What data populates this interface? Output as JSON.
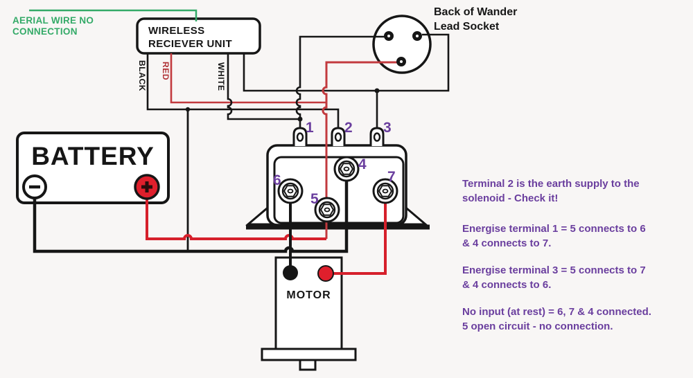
{
  "title": "Winch solenoid wiring diagram",
  "colors": {
    "line_black": "#161616",
    "wire_red": "#c23a3e",
    "bright_red": "#d6202b",
    "terminal_red": "#df1f2c",
    "wire_green": "#34aa68",
    "note_purple": "#6a3e9e"
  },
  "aerial": {
    "line1": "AERIAL WIRE NO",
    "line2": "CONNECTION"
  },
  "receiver": {
    "line1": "WIRELESS",
    "line2": "RECIEVER UNIT",
    "wire_labels": {
      "black": "BLACK",
      "red": "RED",
      "white": "WHITE"
    }
  },
  "socket": {
    "line1": "Back of Wander",
    "line2": "Lead Socket"
  },
  "battery": {
    "label": "BATTERY",
    "minus_symbol": "−",
    "plus_symbol": "+"
  },
  "motor": {
    "label": "MOTOR"
  },
  "solenoid": {
    "terminals": [
      "1",
      "2",
      "3",
      "4",
      "5",
      "6",
      "7"
    ]
  },
  "notes": [
    {
      "line1": "Terminal 2 is the earth supply to the",
      "line2": "solenoid - Check it!"
    },
    {
      "line1": "Energise terminal 1 = 5 connects to 6",
      "line2": "& 4 connects to 7."
    },
    {
      "line1": "Energise terminal 3 = 5 connects to 7",
      "line2": "& 4 connects to 6."
    },
    {
      "line1": "No input (at rest) = 6, 7 & 4 connected.",
      "line2": "5 open circuit - no connection."
    }
  ]
}
